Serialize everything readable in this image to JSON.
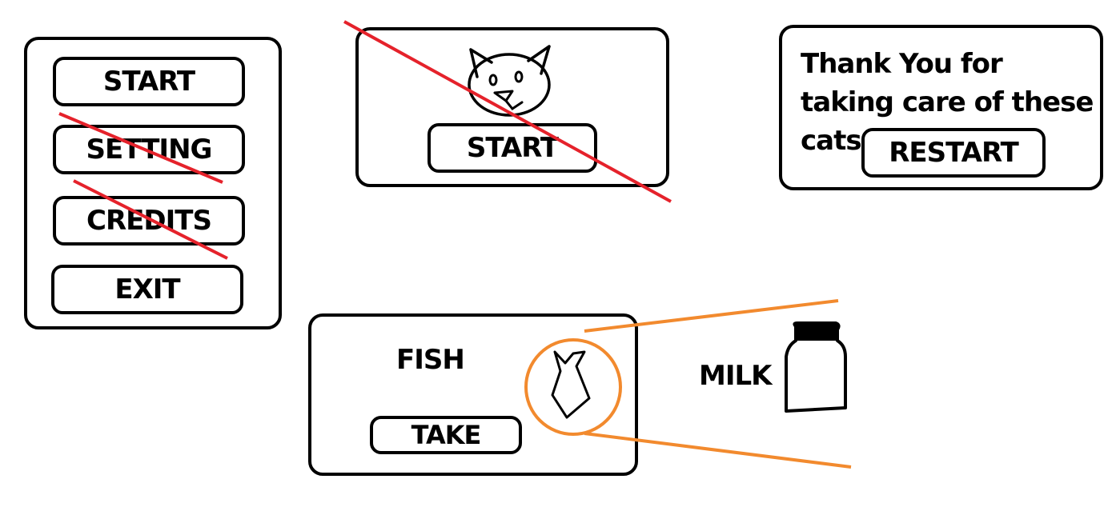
{
  "menu": {
    "start_label": "START",
    "setting_label": "SETTING",
    "credits_label": "CREDITS",
    "exit_label": "EXIT"
  },
  "title_screen": {
    "start_label": "START"
  },
  "end_screen": {
    "message": "Thank You for taking care of these cats",
    "restart_label": "RESTART"
  },
  "item_screen": {
    "item_label": "FISH",
    "take_label": "TAKE"
  },
  "zoom_callout": {
    "item_label": "MILK"
  },
  "colors": {
    "strike": "#e5222b",
    "callout": "#f28a2e",
    "ink": "#000000"
  },
  "icons": {
    "cat": "cat-face-icon",
    "fish": "fish-icon",
    "milk": "milk-bottle-icon"
  }
}
